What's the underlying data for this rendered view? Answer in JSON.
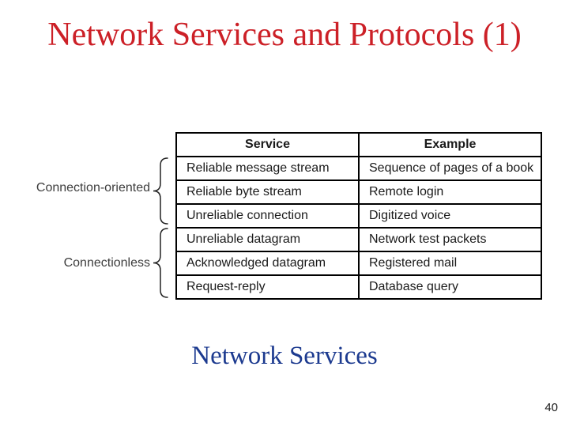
{
  "slide": {
    "title": "Network Services and Protocols (1)",
    "caption": "Network Services",
    "page_number": "40",
    "colors": {
      "title_red": "#cc2027",
      "caption_blue": "#1c3a8f",
      "table_border": "#000000",
      "label_gray": "#3d3d3d",
      "background": "#ffffff"
    }
  },
  "groups": [
    {
      "label": "Connection-oriented",
      "rows_spanned": [
        1,
        2,
        3
      ]
    },
    {
      "label": "Connectionless",
      "rows_spanned": [
        4,
        5,
        6
      ]
    }
  ],
  "table": {
    "headers": [
      "Service",
      "Example"
    ],
    "rows": [
      {
        "service": "Reliable message stream",
        "example": "Sequence of pages of a book"
      },
      {
        "service": "Reliable byte stream",
        "example": "Remote login"
      },
      {
        "service": "Unreliable connection",
        "example": "Digitized voice"
      },
      {
        "service": "Unreliable datagram",
        "example": "Network test packets"
      },
      {
        "service": "Acknowledged datagram",
        "example": "Registered mail"
      },
      {
        "service": "Request-reply",
        "example": "Database query"
      }
    ]
  }
}
